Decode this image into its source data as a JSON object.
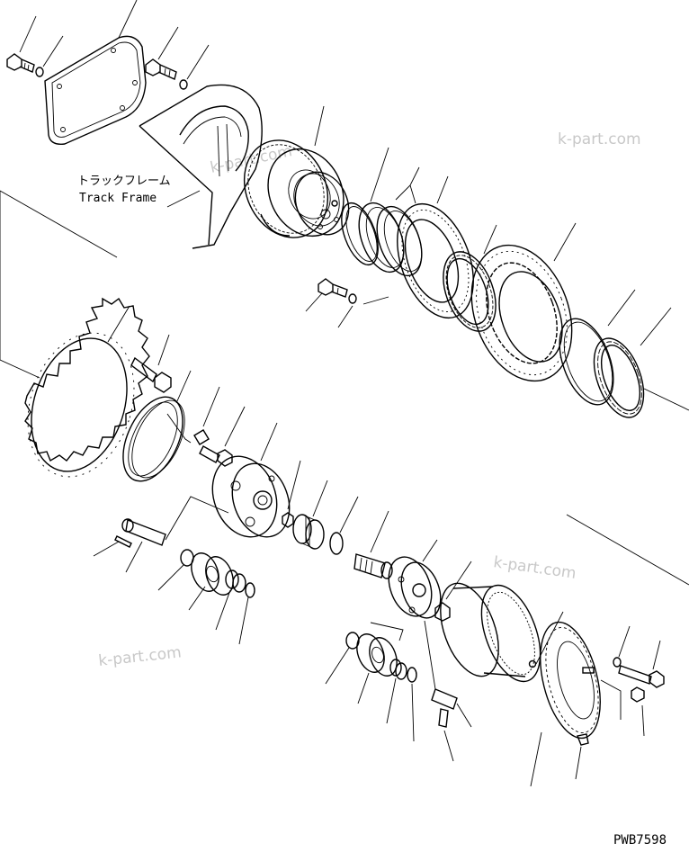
{
  "diagram": {
    "labels": {
      "track_frame_jp": "トラックフレーム",
      "track_frame_en": "Track Frame",
      "drawing_code": "PWB7598"
    },
    "watermarks": [
      "k-part.com",
      "k-part.com",
      "k-part.com",
      "k-part.com"
    ],
    "colors": {
      "line": "#000000",
      "watermark": "#c8c8c8",
      "background": "#ffffff"
    }
  }
}
